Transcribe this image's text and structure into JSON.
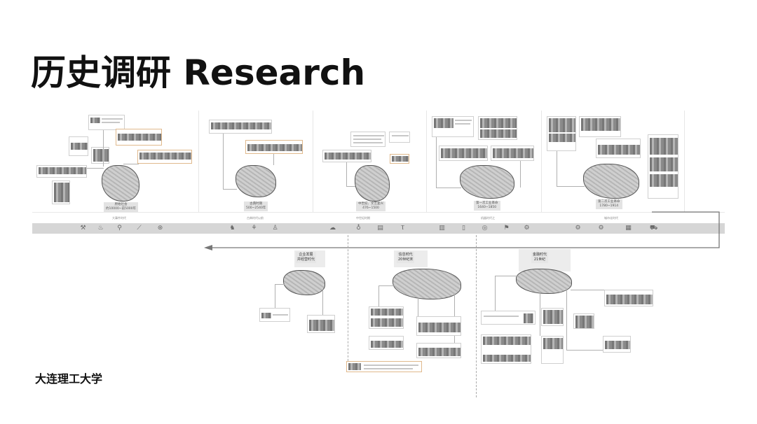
{
  "title": "历史调研 Research",
  "university": "大连理工大学",
  "eras": [
    {
      "label": "原始社会",
      "date": "约10000~前5000年"
    },
    {
      "label": "古典时期",
      "date": "500~2540年"
    },
    {
      "label": "中世纪、文艺复兴",
      "date": "476~1500"
    },
    {
      "label": "第一次工业革命",
      "date": "1640~1850"
    },
    {
      "label": "第二次工业革命",
      "date": "1780~1914"
    }
  ],
  "sections": [
    "大事件时代",
    "古典时代以前",
    "中世纪时期",
    "机器时代之",
    "城市化时代"
  ],
  "lower_eras": [
    {
      "line1": "企业发展",
      "line2": "并经营时代"
    },
    {
      "line1": "信息时代",
      "line2": "20世纪末"
    },
    {
      "line1": "金融时代",
      "line2": "21世纪"
    }
  ],
  "icons": [
    "hammer-icon",
    "fire-icon",
    "figure-icon",
    "spear-icon",
    "wheel-icon",
    "horse-icon",
    "tool-icon",
    "statue-icon",
    "helmet-icon",
    "cup-icon",
    "book-icon",
    "column-icon",
    "document-icon",
    "page-icon",
    "gear-icon",
    "factory-icon",
    "machine-icon",
    "cog-icon",
    "cog2-icon",
    "clipboard-icon",
    "train-icon"
  ],
  "icon_glyphs": [
    "⚒",
    "♨",
    "⚲",
    "⟋",
    "⊛",
    "♞",
    "⚘",
    "♙",
    "☁",
    "♁",
    "▤",
    "Ⲧ",
    "▥",
    "▯",
    "◎",
    "⚑",
    "⚙",
    "⚙",
    "⚙",
    "▦",
    "⛟"
  ]
}
